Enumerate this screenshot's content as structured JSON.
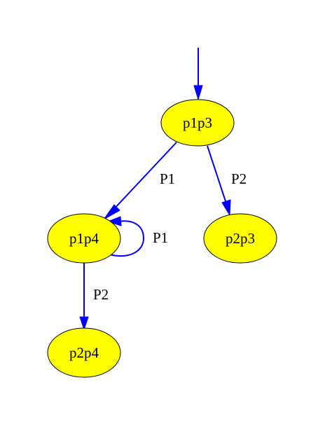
{
  "colors": {
    "node_fill": "#ffff00",
    "node_stroke": "#000000",
    "edge": "#0000ff",
    "background": "#ffffff"
  },
  "nodes": {
    "p1p3": {
      "label": "p1p3"
    },
    "p1p4": {
      "label": "p1p4"
    },
    "p2p3": {
      "label": "p2p3"
    },
    "p2p4": {
      "label": "p2p4"
    }
  },
  "edges": {
    "start_to_p1p3": {
      "from": "",
      "to": "p1p3",
      "label": ""
    },
    "p1p3_to_p1p4": {
      "from": "p1p3",
      "to": "p1p4",
      "label": "P1"
    },
    "p1p3_to_p2p3": {
      "from": "p1p3",
      "to": "p2p3",
      "label": "P2"
    },
    "p1p4_self_loop": {
      "from": "p1p4",
      "to": "p1p4",
      "label": "P1"
    },
    "p1p4_to_p2p4": {
      "from": "p1p4",
      "to": "p2p4",
      "label": "P2"
    }
  }
}
